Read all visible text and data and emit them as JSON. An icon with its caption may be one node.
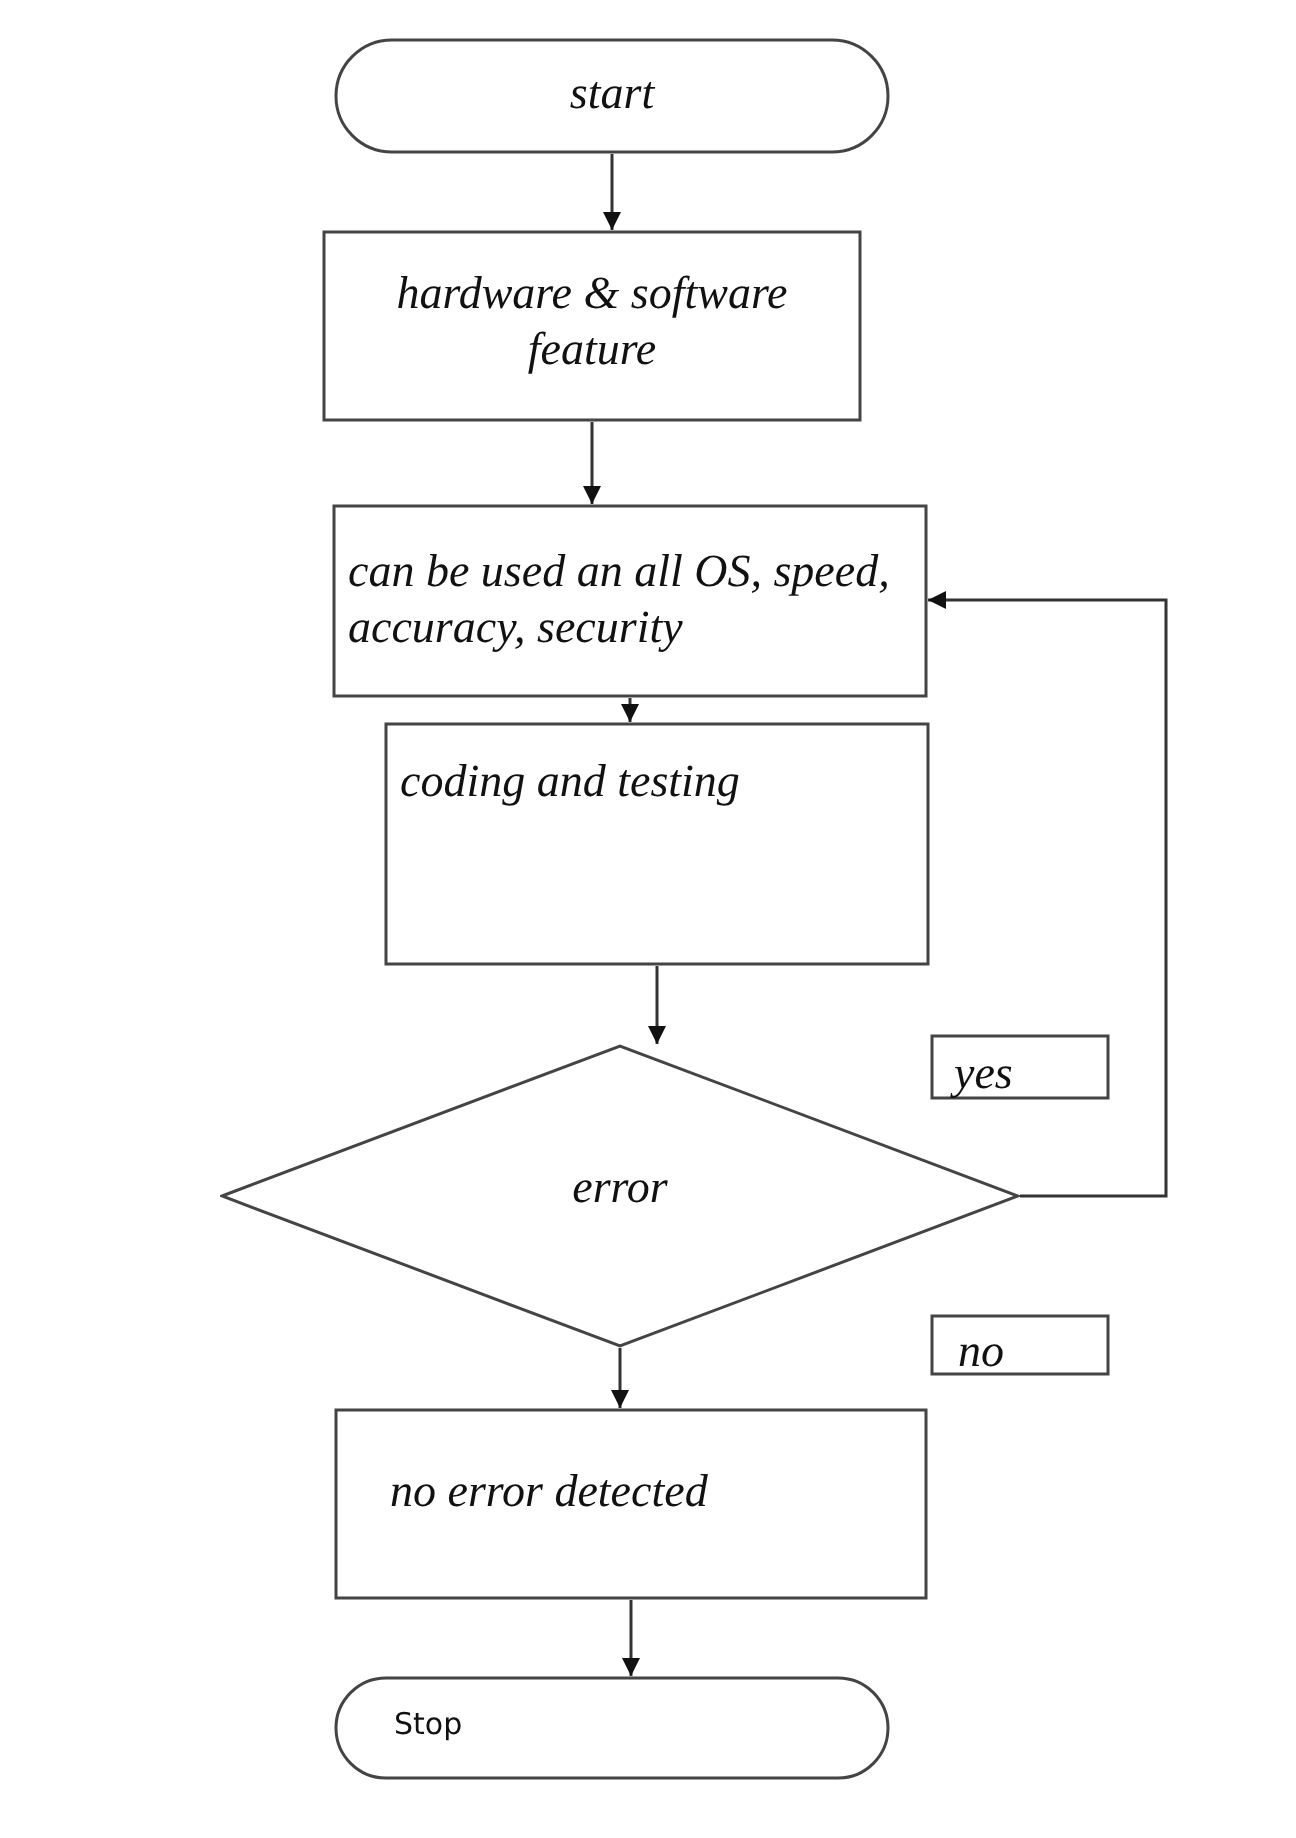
{
  "diagram": {
    "nodes": [
      {
        "text": [
          "start"
        ]
      },
      {
        "text": [
          "hardware & software feature"
        ]
      },
      {
        "text": [
          "can be used an all OS, speed, accuracy, security"
        ]
      },
      {
        "text": [
          "coding and testing"
        ]
      },
      {
        "text": [
          "error"
        ]
      },
      {
        "text": [
          "yes"
        ]
      },
      {
        "text": [
          "no"
        ]
      },
      {
        "text": [
          "no error detected"
        ]
      },
      {
        "text": [
          "Stop"
        ]
      }
    ],
    "edges": [
      {
        "from": 0,
        "to": 1,
        "arrow": "to"
      },
      {
        "from": 1,
        "to": 2,
        "arrow": "to"
      },
      {
        "from": 2,
        "to": 3,
        "arrow": "to"
      },
      {
        "from": 3,
        "to": 4,
        "arrow": "to"
      },
      {
        "from": 4,
        "to": 2,
        "arrow": "to"
      },
      {
        "from": 4,
        "to": 7,
        "arrow": "to"
      },
      {
        "from": 7,
        "to": 8,
        "arrow": "to"
      }
    ]
  }
}
